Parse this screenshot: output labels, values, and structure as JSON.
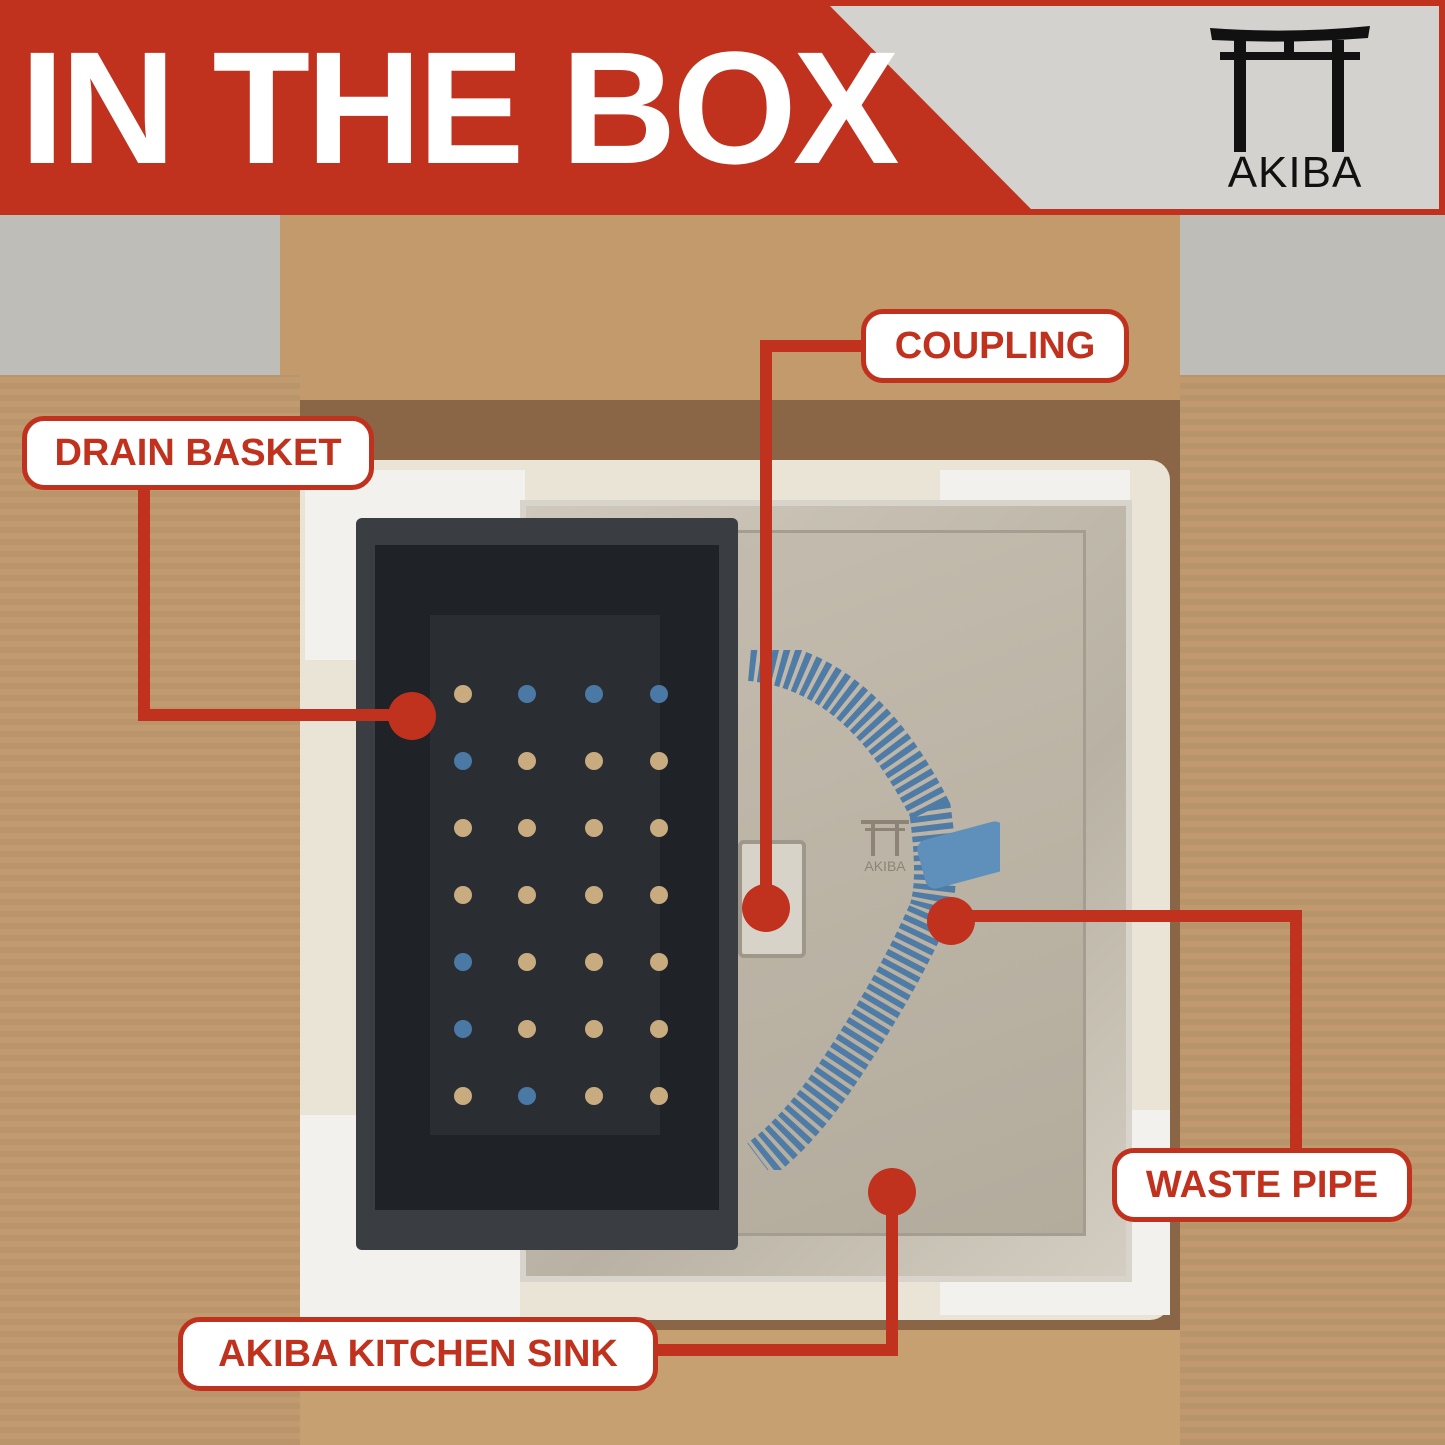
{
  "header": {
    "title": "IN THE BOX",
    "brand": "AKIBA",
    "brand_icon": "torii-gate-icon",
    "colors": {
      "accent": "#c0321e",
      "panel": "#d3d2ce",
      "text": "#ffffff"
    }
  },
  "sink_logo": {
    "text": "AKIBA",
    "icon": "torii-gate-icon"
  },
  "callouts": [
    {
      "id": "drain-basket",
      "label": "DRAIN BASKET"
    },
    {
      "id": "coupling",
      "label": "COUPLING"
    },
    {
      "id": "waste-pipe",
      "label": "WASTE PIPE"
    },
    {
      "id": "kitchen-sink",
      "label": "AKIBA KITCHEN SINK"
    }
  ]
}
